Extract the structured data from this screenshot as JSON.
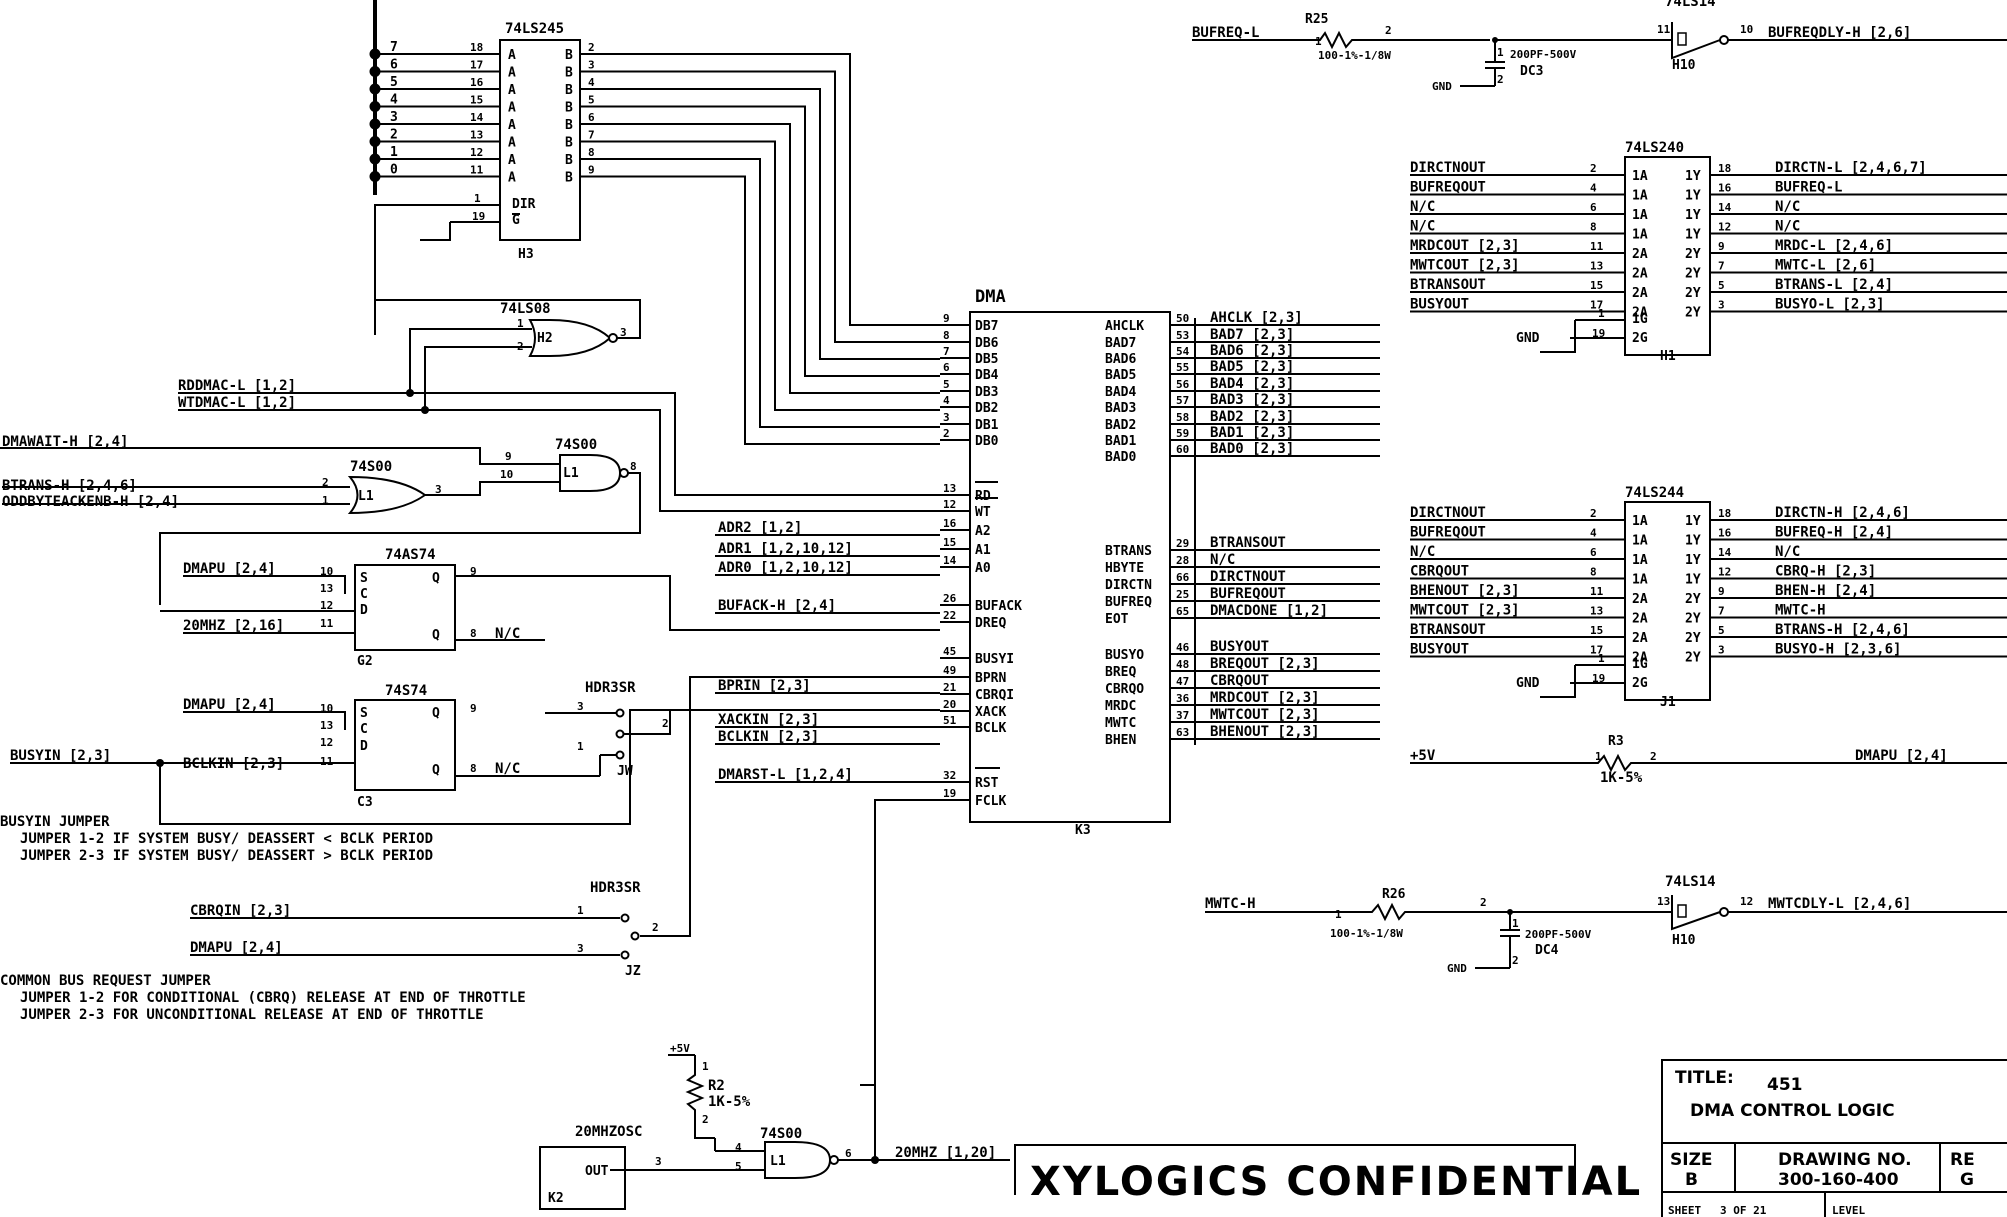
{
  "title_block": {
    "title_label": "TITLE:",
    "title_number": "451",
    "title_text": "DMA   CONTROL  LOGIC",
    "size_label": "SIZE",
    "size_value": "B",
    "dwg_label": "DRAWING NO.",
    "dwg_value": "300-160-400",
    "rev_label": "RE",
    "rev_value": "G",
    "sheet_label": "SHEET",
    "sheet_value": "3  OF 21",
    "level_label": "LEVEL"
  },
  "stamp": "XYLOGICS CONFIDENTIAL",
  "chips": {
    "h3": {
      "type": "74LS245",
      "ref": "H3",
      "pins_a": [
        "18",
        "17",
        "16",
        "15",
        "14",
        "13",
        "12",
        "11"
      ],
      "pins_b": [
        "2",
        "3",
        "4",
        "5",
        "6",
        "7",
        "8",
        "9"
      ],
      "pin_dir": "1",
      "pin_g": "19",
      "lbl_a": "A",
      "lbl_b": "B",
      "lbl_dir": "DIR",
      "lbl_g": "G"
    },
    "h3_data_labels": [
      "7",
      "6",
      "5",
      "4",
      "3",
      "2",
      "1",
      "0"
    ],
    "h2": {
      "type": "74LS08",
      "ref": "H2",
      "pin_in1": "1",
      "pin_in2": "2",
      "pin_out": "3"
    },
    "l1a": {
      "type": "74S00",
      "ref": "L1",
      "pin_in1": "9",
      "pin_in2": "10",
      "pin_out": "8"
    },
    "l1b": {
      "type": "74S00",
      "ref": "L1",
      "pin_in1": "2",
      "pin_in2": "1",
      "pin_out": "3"
    },
    "g2": {
      "type": "74AS74",
      "ref": "G2",
      "pins": [
        "10",
        "13",
        "12",
        "11",
        "9",
        "8"
      ],
      "lbls": [
        "S",
        "C",
        "D",
        "Q",
        "Q"
      ]
    },
    "c3": {
      "type": "74S74",
      "ref": "C3",
      "pins": [
        "10",
        "13",
        "12",
        "11",
        "9",
        "8"
      ],
      "lbls": [
        "S",
        "C",
        "D",
        "Q",
        "Q"
      ]
    },
    "dma": {
      "type": "DMA",
      "ref": "K3",
      "left": [
        {
          "pin": "9",
          "name": "DB7"
        },
        {
          "pin": "8",
          "name": "DB6"
        },
        {
          "pin": "7",
          "name": "DB5"
        },
        {
          "pin": "6",
          "name": "DB4"
        },
        {
          "pin": "5",
          "name": "DB3"
        },
        {
          "pin": "4",
          "name": "DB2"
        },
        {
          "pin": "3",
          "name": "DB1"
        },
        {
          "pin": "2",
          "name": "DB0"
        },
        {
          "pin": "13",
          "name": "RD"
        },
        {
          "pin": "12",
          "name": "WT"
        },
        {
          "pin": "16",
          "name": "A2"
        },
        {
          "pin": "15",
          "name": "A1"
        },
        {
          "pin": "14",
          "name": "A0"
        },
        {
          "pin": "26",
          "name": "BUFACK"
        },
        {
          "pin": "22",
          "name": "DREQ"
        },
        {
          "pin": "45",
          "name": "BUSYI"
        },
        {
          "pin": "49",
          "name": "BPRN"
        },
        {
          "pin": "21",
          "name": "CBRQI"
        },
        {
          "pin": "20",
          "name": "XACK"
        },
        {
          "pin": "51",
          "name": "BCLK"
        },
        {
          "pin": "32",
          "name": "RST"
        },
        {
          "pin": "19",
          "name": "FCLK"
        }
      ],
      "right": [
        {
          "pin": "50",
          "name": "AHCLK",
          "sig": "AHCLK [2,3]"
        },
        {
          "pin": "53",
          "name": "BAD7",
          "sig": "BAD7 [2,3]"
        },
        {
          "pin": "54",
          "name": "BAD6",
          "sig": "BAD6 [2,3]"
        },
        {
          "pin": "55",
          "name": "BAD5",
          "sig": "BAD5 [2,3]"
        },
        {
          "pin": "56",
          "name": "BAD4",
          "sig": "BAD4 [2,3]"
        },
        {
          "pin": "57",
          "name": "BAD3",
          "sig": "BAD3 [2,3]"
        },
        {
          "pin": "58",
          "name": "BAD2",
          "sig": "BAD2 [2,3]"
        },
        {
          "pin": "59",
          "name": "BAD1",
          "sig": "BAD1 [2,3]"
        },
        {
          "pin": "60",
          "name": "BAD0",
          "sig": "BAD0 [2,3]"
        },
        {
          "pin": "29",
          "name": "BTRANS",
          "sig": "BTRANSOUT"
        },
        {
          "pin": "28",
          "name": "HBYTE",
          "sig": "N/C"
        },
        {
          "pin": "66",
          "name": "DIRCTN",
          "sig": "DIRCTNOUT"
        },
        {
          "pin": "25",
          "name": "BUFREQ",
          "sig": "BUFREQOUT"
        },
        {
          "pin": "65",
          "name": "EOT",
          "sig": "DMACDONE [1,2]"
        },
        {
          "pin": "46",
          "name": "BUSYO",
          "sig": "BUSYOUT"
        },
        {
          "pin": "48",
          "name": "BREQ",
          "sig": "BREQOUT [2,3]"
        },
        {
          "pin": "47",
          "name": "CBRQO",
          "sig": "CBRQOUT"
        },
        {
          "pin": "36",
          "name": "MRDC",
          "sig": "MRDCOUT [2,3]"
        },
        {
          "pin": "37",
          "name": "MWTC",
          "sig": "MWTCOUT [2,3]"
        },
        {
          "pin": "63",
          "name": "BHEN",
          "sig": "BHENOUT [2,3]"
        }
      ]
    },
    "h1": {
      "type": "74LS240",
      "ref": "H1",
      "rows": [
        {
          "lin": "DIRCTNOUT",
          "pin": "2",
          "a": "1A",
          "y": "1Y",
          "opin": "18",
          "out": "DIRCTN-L [2,4,6,7]"
        },
        {
          "lin": "BUFREQOUT",
          "pin": "4",
          "a": "1A",
          "y": "1Y",
          "opin": "16",
          "out": "BUFREQ-L"
        },
        {
          "lin": "N/C",
          "pin": "6",
          "a": "1A",
          "y": "1Y",
          "opin": "14",
          "out": "N/C"
        },
        {
          "lin": "N/C",
          "pin": "8",
          "a": "1A",
          "y": "1Y",
          "opin": "12",
          "out": "N/C"
        },
        {
          "lin": "MRDCOUT [2,3]",
          "pin": "11",
          "a": "2A",
          "y": "2Y",
          "opin": "9",
          "out": "MRDC-L [2,4,6]"
        },
        {
          "lin": "MWTCOUT [2,3]",
          "pin": "13",
          "a": "2A",
          "y": "2Y",
          "opin": "7",
          "out": "MWTC-L [2,6]"
        },
        {
          "lin": "BTRANSOUT",
          "pin": "15",
          "a": "2A",
          "y": "2Y",
          "opin": "5",
          "out": "BTRANS-L [2,4]"
        },
        {
          "lin": "BUSYOUT",
          "pin": "17",
          "a": "2A",
          "y": "2Y",
          "opin": "3",
          "out": "BUSYO-L [2,3]"
        }
      ],
      "g1": "1G",
      "g2": "2G",
      "gp1": "1",
      "gp2": "19"
    },
    "j1": {
      "type": "74LS244",
      "ref": "J1",
      "rows": [
        {
          "lin": "DIRCTNOUT",
          "pin": "2",
          "a": "1A",
          "y": "1Y",
          "opin": "18",
          "out": "DIRCTN-H [2,4,6]"
        },
        {
          "lin": "BUFREQOUT",
          "pin": "4",
          "a": "1A",
          "y": "1Y",
          "opin": "16",
          "out": "BUFREQ-H [2,4]"
        },
        {
          "lin": "N/C",
          "pin": "6",
          "a": "1A",
          "y": "1Y",
          "opin": "14",
          "out": "N/C"
        },
        {
          "lin": "CBRQOUT",
          "pin": "8",
          "a": "1A",
          "y": "1Y",
          "opin": "12",
          "out": "CBRQ-H [2,3]"
        },
        {
          "lin": "BHENOUT [2,3]",
          "pin": "11",
          "a": "2A",
          "y": "2Y",
          "opin": "9",
          "out": "BHEN-H [2,4]"
        },
        {
          "lin": "MWTCOUT [2,3]",
          "pin": "13",
          "a": "2A",
          "y": "2Y",
          "opin": "7",
          "out": "MWTC-H"
        },
        {
          "lin": "BTRANSOUT",
          "pin": "15",
          "a": "2A",
          "y": "2Y",
          "opin": "5",
          "out": "BTRANS-H [2,4,6]"
        },
        {
          "lin": "BUSYOUT",
          "pin": "17",
          "a": "2A",
          "y": "2Y",
          "opin": "3",
          "out": "BUSYO-H [2,3,6]"
        }
      ],
      "g1": "1G",
      "g2": "2G",
      "gp1": "1",
      "gp2": "19"
    },
    "h10a": {
      "type": "74LS14",
      "ref": "H10",
      "pin_in": "11",
      "pin_out": "10"
    },
    "h10b": {
      "type": "74LS14",
      "ref": "H10",
      "pin_in": "13",
      "pin_out": "12"
    },
    "osc_nand": {
      "type": "74S00",
      "ref": "L1",
      "pin_in1": "4",
      "pin_in2": "5",
      "pin_out": "6"
    },
    "osc": {
      "type": "20MHZOSC",
      "ref": "K2",
      "out": "OUT",
      "pin": "3"
    }
  },
  "signals": {
    "rddmac": "RDDMAC-L [1,2]",
    "wtdmac": "WTDMAC-L [1,2]",
    "dmawait": "DMAWAIT-H [2,4]",
    "btrans": "BTRANS-H [2,4,6]",
    "oddbyte": "ODDBYTEACKENB-H [2,4]",
    "adr2": "ADR2 [1,2]",
    "adr1": "ADR1 [1,2,10,12]",
    "adr0": "ADR0 [1,2,10,12]",
    "bufack": "BUFACK-H [2,4]",
    "dmapu1": "DMAPU [2,4]",
    "mhz1": "20MHZ [2,16]",
    "nc1": "N/C",
    "dmapu2": "DMAPU [2,4]",
    "busyin": "BUSYIN [2,3]",
    "bclkin1": "BCLKIN [2,3]",
    "nc2": "N/C",
    "bprin": "BPRIN [2,3]",
    "xackin": "XACKIN [2,3]",
    "bclkin2": "BCLKIN [2,3]",
    "dmarst": "DMARST-L [1,2,4]",
    "cbrqin": "CBRQIN [2,3]",
    "dmapu3": "DMAPU [2,4]",
    "mhz2": "20MHZ [1,20]",
    "plus5": "+5V",
    "dmapu4": "DMAPU [2,4]",
    "bufreql": "BUFREQ-L",
    "bufreqdly": "BUFREQDLY-H [2,6]",
    "mwtch": "MWTC-H",
    "mwtcdly": "MWTCDLY-L [2,4,6]",
    "gnd": "GND"
  },
  "jumpers": {
    "jw": {
      "header": "HDR3SR",
      "ref": "JW",
      "p1": "1",
      "p2": "2",
      "p3": "3"
    },
    "jz": {
      "header": "HDR3SR",
      "ref": "JZ",
      "p1": "1",
      "p2": "2",
      "p3": "3"
    },
    "busyin_note": [
      "BUSYIN JUMPER",
      "JUMPER 1-2 IF SYSTEM BUSY/ DEASSERT < BCLK PERIOD",
      "JUMPER 2-3 IF SYSTEM BUSY/ DEASSERT > BCLK PERIOD"
    ],
    "cbrq_note": [
      "COMMON BUS REQUEST JUMPER",
      "JUMPER 1-2 FOR CONDITIONAL (CBRQ) RELEASE AT END OF THROTTLE",
      "JUMPER 2-3 FOR UNCONDITIONAL RELEASE AT END OF THROTTLE"
    ]
  },
  "passives": {
    "r25": {
      "ref": "R25",
      "val": "100-1%-1/8W",
      "p1": "1",
      "p2": "2"
    },
    "dc3": {
      "ref": "DC3",
      "val": "200PF-500V",
      "p1": "1",
      "p2": "2"
    },
    "r26": {
      "ref": "R26",
      "val": "100-1%-1/8W",
      "p1": "1",
      "p2": "2"
    },
    "dc4": {
      "ref": "DC4",
      "val": "200PF-500V",
      "p1": "1",
      "p2": "2"
    },
    "r3": {
      "ref": "R3",
      "val": "1K-5%",
      "p1": "1",
      "p2": "2"
    },
    "r2": {
      "ref": "R2",
      "val": "1K-5%",
      "p1": "1",
      "p2": "2",
      "pwr": "+5V"
    }
  }
}
